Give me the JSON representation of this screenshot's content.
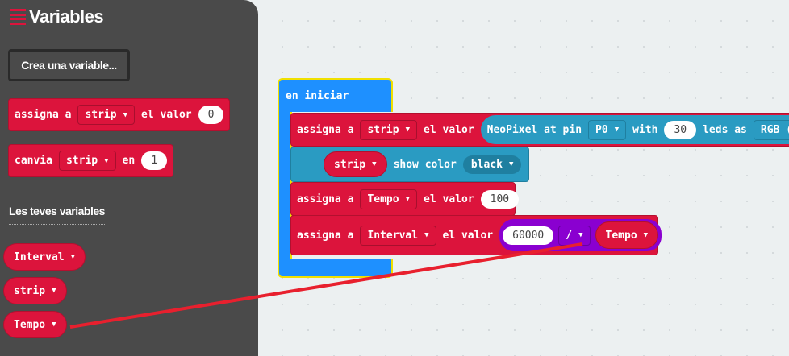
{
  "flyout": {
    "title": "Variables",
    "create_button": "Crea una variable...",
    "block_set": {
      "prefix": "assigna a",
      "var": "strip",
      "middle": "el valor",
      "value": "0"
    },
    "block_change": {
      "prefix": "canvia",
      "var": "strip",
      "middle": "en",
      "value": "1"
    },
    "section_label": "Les teves variables",
    "variables": [
      "Interval",
      "strip",
      "Tempo"
    ]
  },
  "workspace": {
    "on_start": "en iniciar",
    "set1": {
      "prefix": "assigna a",
      "var": "strip",
      "middle": "el valor",
      "neo_prefix": "NeoPixel at pin",
      "pin": "P0",
      "with": "with",
      "count": "30",
      "leds_as": "leds as",
      "mode": "RGB (GR"
    },
    "show": {
      "var": "strip",
      "label": "show color",
      "color": "black"
    },
    "set2": {
      "prefix": "assigna a",
      "var": "Tempo",
      "middle": "el valor",
      "value": "100"
    },
    "set3": {
      "prefix": "assigna a",
      "var": "Interval",
      "middle": "el valor",
      "left": "60000",
      "op": "/",
      "right": "Tempo"
    }
  },
  "colors": {
    "variables": "#dc143c",
    "events": "#1e90ff",
    "neopixel": "#2a9bc2",
    "math": "#8a00d0",
    "annotation": "#e8202e"
  }
}
